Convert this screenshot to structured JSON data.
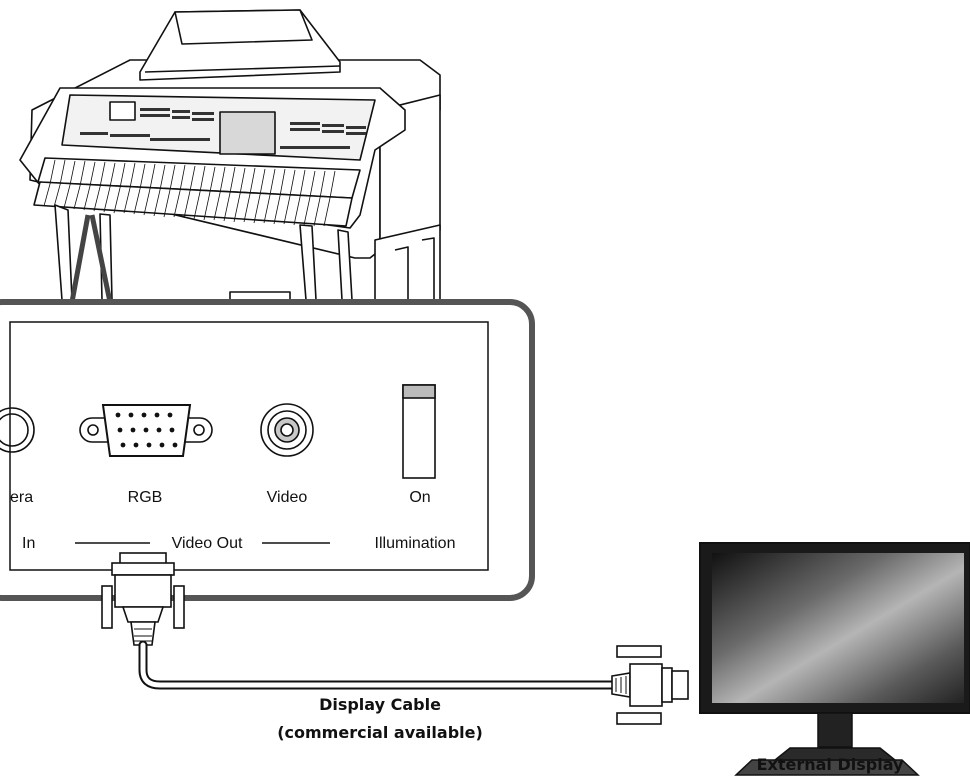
{
  "panel": {
    "labels": {
      "camera_partial": "era",
      "camera_in": "In",
      "rgb": "RGB",
      "video": "Video",
      "on": "On",
      "video_out": "Video Out",
      "illumination": "Illumination"
    }
  },
  "cable": {
    "title": "Display Cable",
    "subtitle": "(commercial available)"
  },
  "display": {
    "label": "External Display"
  }
}
